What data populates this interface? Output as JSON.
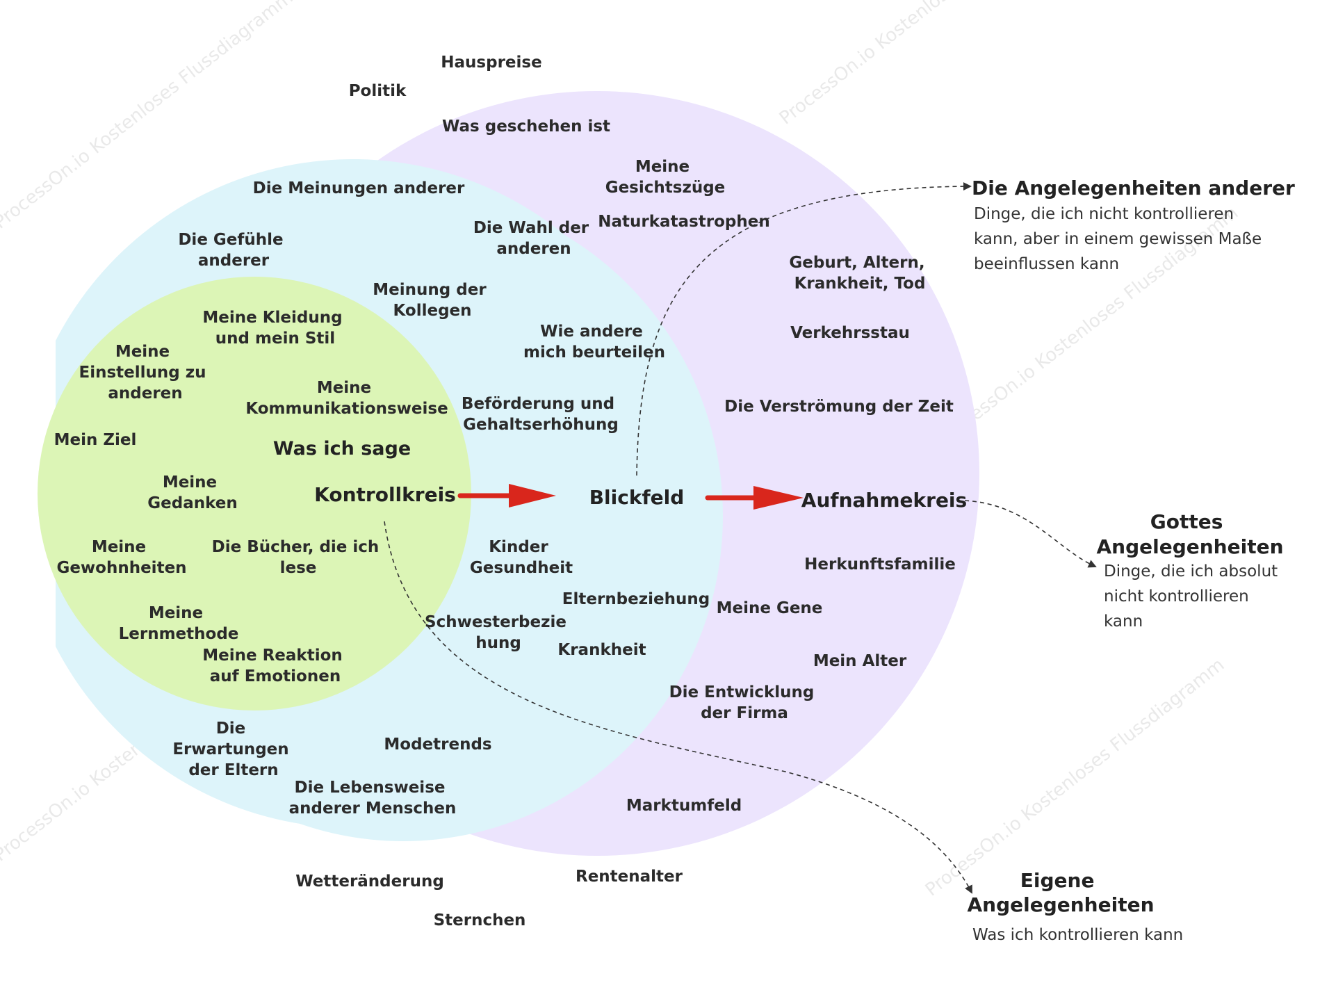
{
  "colors": {
    "outer_circle": "#ece4fd",
    "middle_circle": "#ddf4fa",
    "inner_circle": "#dcf5b6",
    "arrow": "#d9261c",
    "dashed_line": "#333333"
  },
  "watermark": "ProcessOn.io Kostenloses Flussdiagramm",
  "circles": {
    "control": "Kontrollkreis",
    "concern": "Blickfeld",
    "acceptance": "Aufnahmekreis"
  },
  "inner_items": {
    "was_ich_sage": "Was ich sage",
    "kleidung": [
      "Meine Kleidung",
      "und mein Stil"
    ],
    "einstellung": [
      "Meine",
      "Einstellung zu",
      "anderen"
    ],
    "kommunikation": [
      "Meine",
      "Kommunikationsweise"
    ],
    "ziel": "Mein Ziel",
    "gedanken": [
      "Meine",
      "Gedanken"
    ],
    "gewohnheiten": [
      "Meine",
      "Gewohnheiten"
    ],
    "buecher": [
      "Die Bücher, die ich",
      "lese"
    ],
    "lernmethode": [
      "Meine",
      "Lernmethode"
    ],
    "reaktion": [
      "Meine Reaktion",
      "auf Emotionen"
    ]
  },
  "middle_items": {
    "meinungen": "Die Meinungen anderer",
    "gefuehle": [
      "Die Gefühle",
      "anderer"
    ],
    "wahl": [
      "Die Wahl der",
      "anderen"
    ],
    "kollegen": [
      "Meinung der",
      "Kollegen"
    ],
    "beurteilen": [
      "Wie andere",
      "mich beurteilen"
    ],
    "befoerderung": [
      "Beförderung und",
      "Gehaltserhöhung"
    ],
    "kinder": [
      "Kinder",
      "Gesundheit"
    ],
    "elternbeziehung": "Elternbeziehung",
    "schwester": [
      "Schwesterbezie",
      "hung"
    ],
    "krankheit": "Krankheit",
    "erwartungen": [
      "Die",
      "Erwartungen",
      "der Eltern"
    ],
    "modetrends": "Modetrends",
    "lebensweise": [
      "Die Lebensweise",
      "anderer Menschen"
    ]
  },
  "outer_items": {
    "hauspreise": "Hauspreise",
    "politik": "Politik",
    "geschehen": "Was geschehen ist",
    "gesichtszuege": [
      "Meine",
      "Gesichtszüge"
    ],
    "natur": "Naturkatastrophen",
    "geburt": [
      "Geburt, Altern,",
      "Krankheit, Tod"
    ],
    "verkehr": "Verkehrsstau",
    "zeit": "Die Verströmung der Zeit",
    "herkunft": "Herkunftsfamilie",
    "gene": "Meine Gene",
    "alter": "Mein Alter",
    "firma": [
      "Die Entwicklung",
      "der Firma"
    ],
    "markt": "Marktumfeld",
    "rente": "Rentenalter",
    "wetter": "Wetteränderung",
    "sternchen": "Sternchen"
  },
  "side_notes": {
    "others": {
      "title": "Die Angelegenheiten anderer",
      "desc": [
        "Dinge, die ich nicht kontrollieren",
        "kann, aber in einem gewissen Maße",
        "beeinflussen kann"
      ]
    },
    "god": {
      "title": [
        "Gottes",
        "Angelegenheiten"
      ],
      "desc": [
        "Dinge, die ich absolut",
        "nicht kontrollieren",
        "kann"
      ]
    },
    "own": {
      "title": [
        "Eigene",
        "Angelegenheiten"
      ],
      "desc": "Was ich kontrollieren kann"
    }
  }
}
